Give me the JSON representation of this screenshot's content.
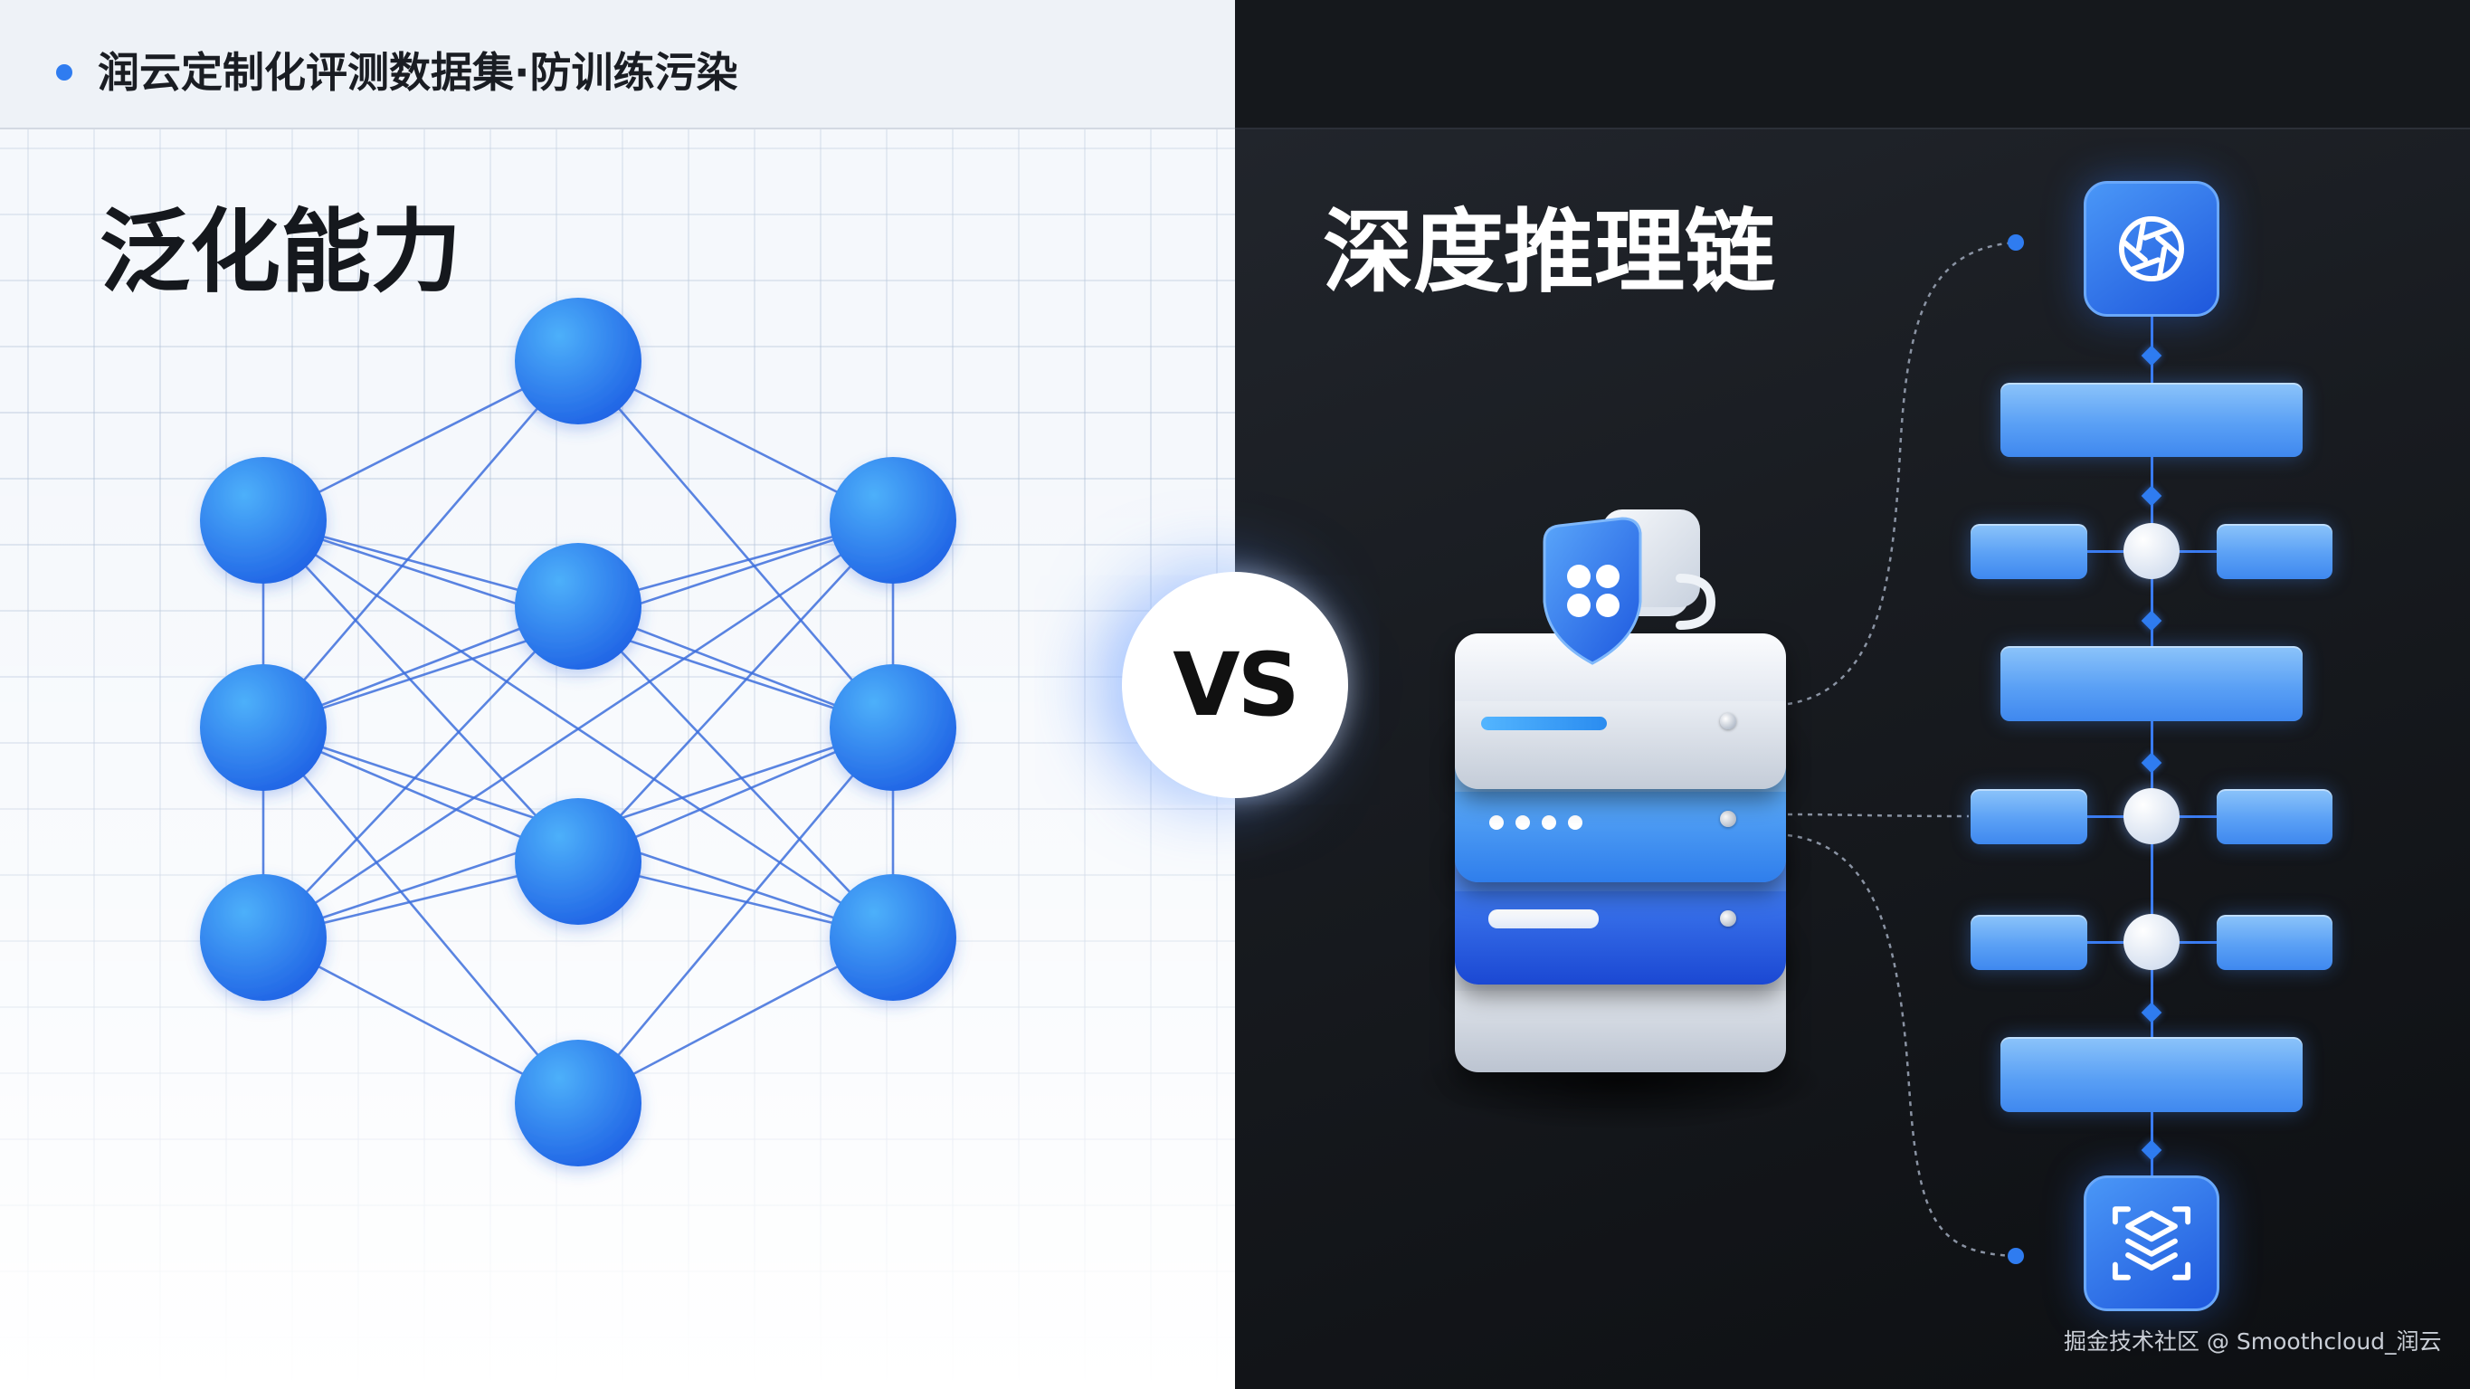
{
  "header": {
    "title": "润云定制化评测数据集·防训练污染"
  },
  "left_panel": {
    "title": "泛化能力"
  },
  "vs_badge": {
    "label": "VS"
  },
  "right_panel": {
    "title": "深度推理链"
  },
  "watermark": {
    "text": "掘金技术社区 @ Smoothcloud_润云"
  },
  "icons": {
    "header_bullet": "bullet-dot-icon",
    "shield": "shield-icon",
    "server_stack": "server-stack-icon",
    "flow_start": "aperture-icon",
    "flow_end": "layered-cube-icon"
  },
  "colors": {
    "accent": "#2f7cf0",
    "network_node": "#2a6fe8",
    "left_background": "#f5f8fc",
    "right_background": "#16191e",
    "title_dark": "#15181d",
    "title_light": "#ffffff"
  }
}
